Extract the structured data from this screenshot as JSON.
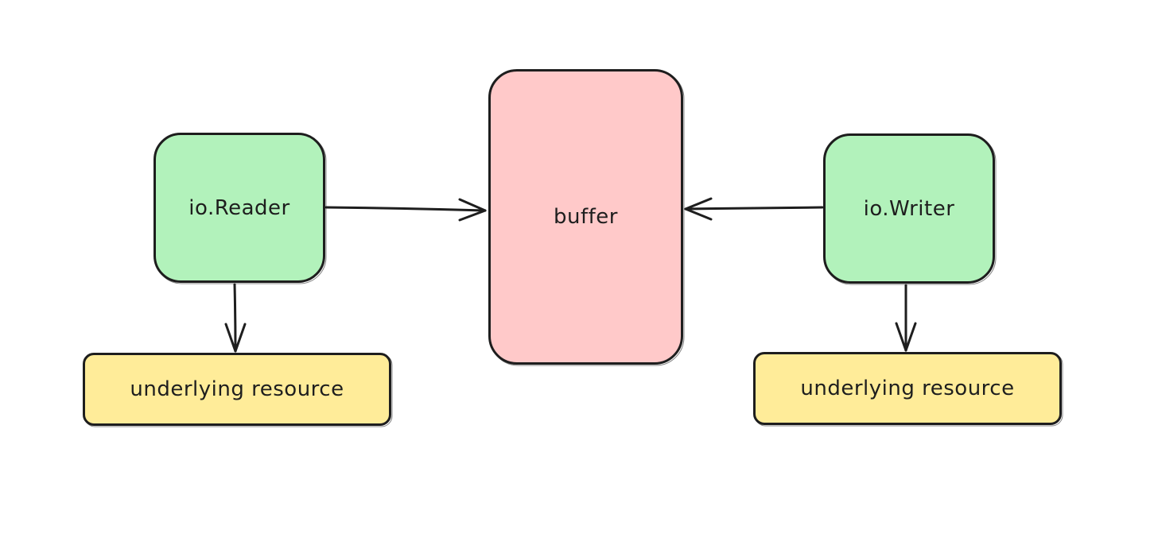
{
  "diagram": {
    "reader": {
      "label": "io.Reader"
    },
    "writer": {
      "label": "io.Writer"
    },
    "buffer": {
      "label": "buffer"
    },
    "reader_resource": {
      "label": "underlying resource"
    },
    "writer_resource": {
      "label": "underlying resource"
    }
  },
  "colors": {
    "io_node_fill": "#b2f2bb",
    "buffer_fill": "#ffc9c9",
    "resource_fill": "#ffec99",
    "stroke": "#1e1e1e",
    "background": "#ffffff"
  }
}
